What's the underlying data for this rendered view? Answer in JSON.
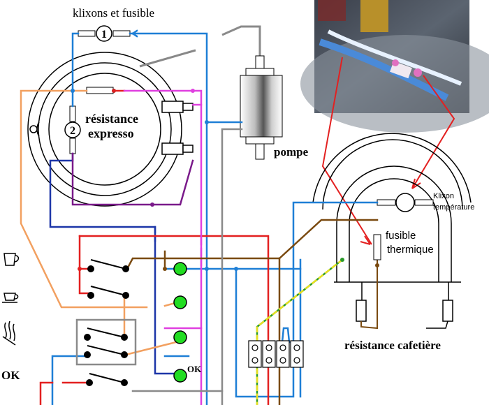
{
  "labels": {
    "title": "klixons et fusible",
    "klixon_1": "1",
    "klixon_2": "2",
    "resistance_expresso_line1": "résistance",
    "resistance_expresso_line2": "expresso",
    "pump": "pompe",
    "klixon_temp_line1": "Klixon",
    "klixon_temp_line2": "température",
    "fuse_line1": "fusible",
    "fuse_line2": "thermique",
    "resistance_cafetiere": "résistance cafetière",
    "ok_panel": "OK",
    "ok_led": "OK"
  },
  "icons": [
    "cup-icon",
    "small-cup-icon",
    "steam-icon"
  ],
  "colors": {
    "blue": "#1e7fd6",
    "dark_blue": "#1d36a8",
    "red": "#e32020",
    "orange": "#f2a060",
    "magenta": "#e040e0",
    "purple": "#7a1a8a",
    "brown": "#7a4a10",
    "gray": "#8a8a8a",
    "led_green": "#22dd22",
    "earth_green": "#2a9a2a",
    "earth_yellow": "#e8e020"
  }
}
